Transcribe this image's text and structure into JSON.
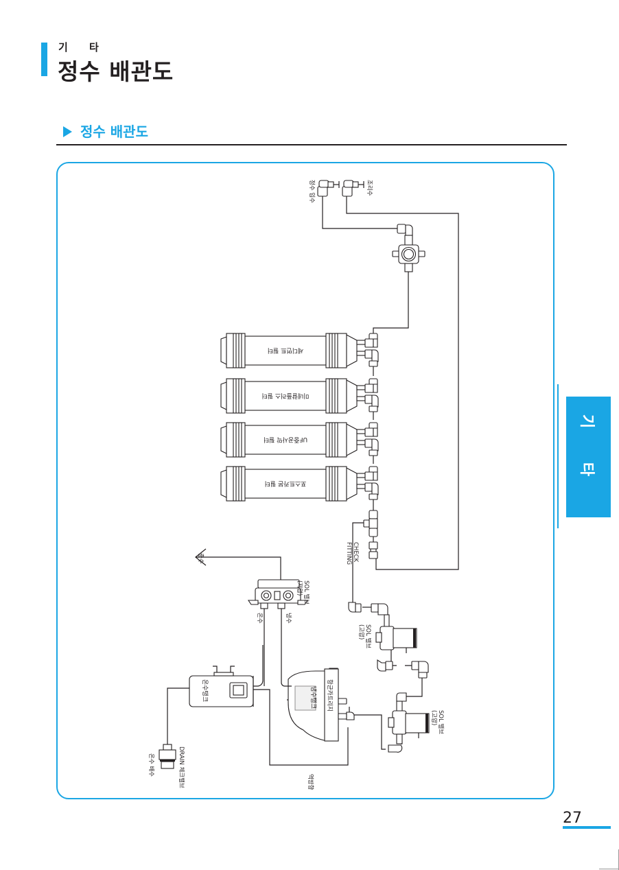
{
  "header": {
    "category": "기 타",
    "title": "정수 배관도"
  },
  "section": {
    "heading": "정수 배관도"
  },
  "side_tab": {
    "chars": [
      "기",
      "타"
    ]
  },
  "page": {
    "number": "27"
  },
  "colors": {
    "accent": "#1aa6e4",
    "text": "#231f20"
  },
  "diagram": {
    "outlets": {
      "purified_inlet": "정수 입수",
      "cooking_water": "조리수"
    },
    "filters": [
      {
        "name": "세디먼트 필터"
      },
      {
        "name": "미네랄플러스 필터"
      },
      {
        "name": "UF중공사막 필터"
      },
      {
        "name": "포스트카본 필터"
      }
    ],
    "check_fitting": {
      "line1": "CHECK",
      "line2": "FITTING"
    },
    "sol_valve_low": {
      "line1": "SOL 밸브",
      "line2": "(저압)"
    },
    "sol_valve_high_1": {
      "line1": "SOL 밸브",
      "line2": "(고압)"
    },
    "sol_valve_high_2": {
      "line1": "SOL 밸브",
      "line2": "(고압)"
    },
    "dispense": "출수",
    "hot_water": "온수",
    "cold_water": "냉수",
    "hot_tank": "온수탱크",
    "cold_tank": "냉수탱크",
    "antibacterial_cartridge": "항균카트리지",
    "drain_check_valve": "DRAIN 체크밸브",
    "hot_drain": "온수 배수",
    "reverse_direction": "역방향"
  }
}
